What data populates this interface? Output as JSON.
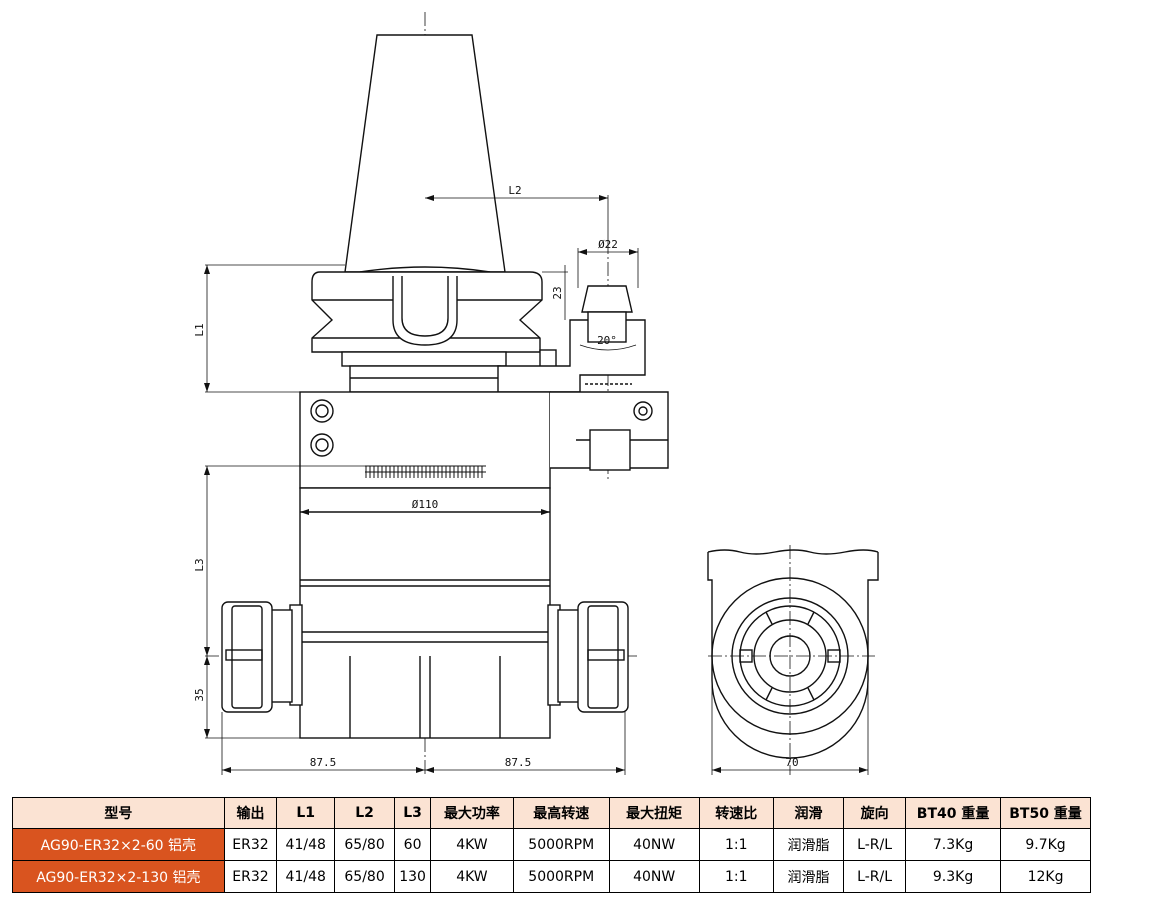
{
  "drawing": {
    "dims": {
      "L1": "L1",
      "L2": "L2",
      "L3": "L3",
      "h23": "23",
      "d22": "Ø22",
      "angle": "20°",
      "d110": "Ø110",
      "h35": "35",
      "w_left": "87.5",
      "w_right": "87.5",
      "w_side": "70"
    }
  },
  "table": {
    "headers": [
      "型号",
      "输出",
      "L1",
      "L2",
      "L3",
      "最大功率",
      "最高转速",
      "最大扭矩",
      "转速比",
      "润滑",
      "旋向",
      "BT40 重量",
      "BT50 重量"
    ],
    "rows": [
      [
        "AG90-ER32×2-60 铝壳",
        "ER32",
        "41/48",
        "65/80",
        "60",
        "4KW",
        "5000RPM",
        "40NW",
        "1:1",
        "润滑脂",
        "L-R/L",
        "7.3Kg",
        "9.7Kg"
      ],
      [
        "AG90-ER32×2-130 铝壳",
        "ER32",
        "41/48",
        "65/80",
        "130",
        "4KW",
        "5000RPM",
        "40NW",
        "1:1",
        "润滑脂",
        "L-R/L",
        "9.3Kg",
        "12Kg"
      ]
    ]
  }
}
